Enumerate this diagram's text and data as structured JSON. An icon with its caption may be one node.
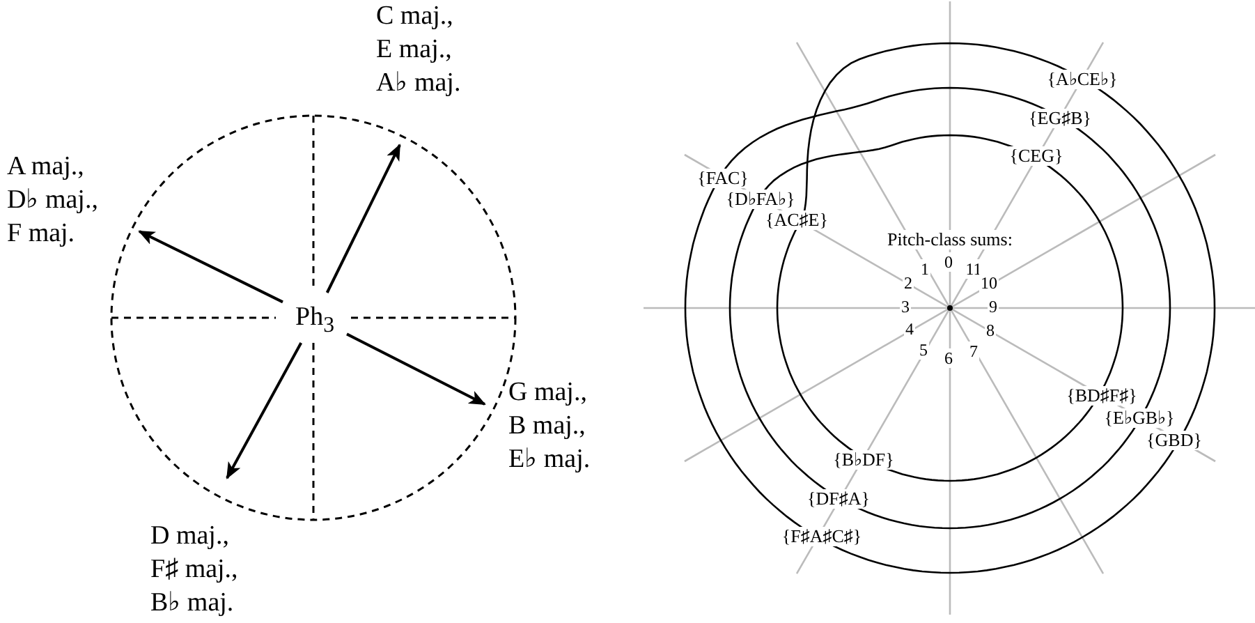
{
  "diagram": {
    "nodes": [
      {
        "text": [
          "C maj., E maj., A♭ maj."
        ]
      },
      {
        "text": [
          "A maj., D♭ maj., F maj."
        ]
      },
      {
        "text": [
          "Ph$_{3}$"
        ]
      },
      {
        "text": [
          "G maj., B maj., E♭ maj."
        ]
      },
      {
        "text": [
          "D maj., F♯ maj., B♭ maj."
        ]
      }
    ],
    "edges": [
      {
        "from": 2,
        "to": 0,
        "arrow": "to"
      },
      {
        "from": 2,
        "to": 1,
        "arrow": "to"
      },
      {
        "from": 2,
        "to": 3,
        "arrow": "to"
      },
      {
        "from": 2,
        "to": 4,
        "arrow": "to"
      }
    ],
    "labels": [
      "{A♭CE♭}",
      "{EG♯B}",
      "{CEG}",
      "{FAC}",
      "{D♭FA♭}",
      "{AC♯E}",
      "Pitch-class sums:",
      "1",
      "0",
      "11",
      "2",
      "10",
      "3",
      "9",
      "4",
      "8",
      "5",
      "6",
      "7",
      "{BD♯F♯}",
      "{E♭GB♭}",
      "{GBD}",
      "{B♭DF}",
      "{DF♯A}",
      "{F♯A♯C♯}"
    ]
  }
}
